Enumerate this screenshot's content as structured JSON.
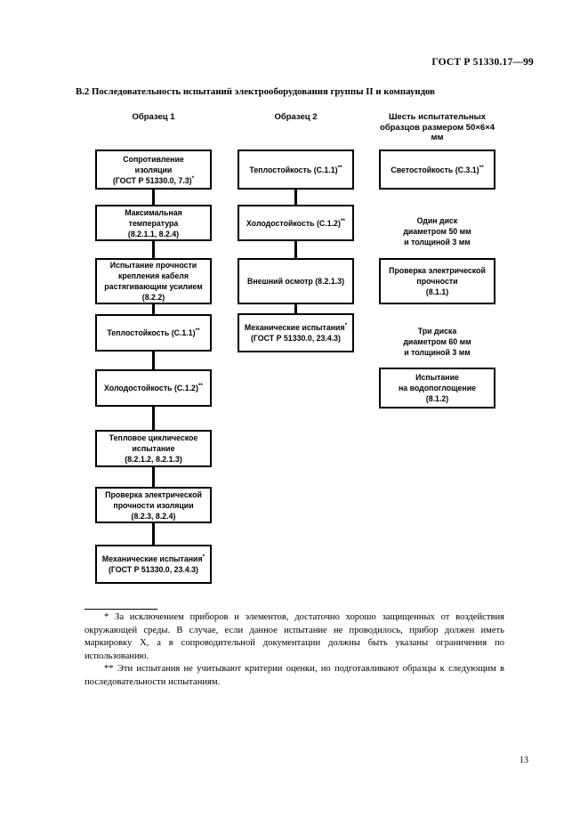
{
  "page": {
    "doc_number": "ГОСТ Р 51330.17—99",
    "page_number": "13"
  },
  "title": "В.2 Последовательность испытаний электрооборудования группы II и компаундов",
  "colors": {
    "text": "#000000",
    "background": "#ffffff",
    "line": "#000000"
  },
  "columns": {
    "col1": {
      "header": "Образец 1",
      "boxes": {
        "b1": {
          "l1": "Сопротивление",
          "l2": "изоляции",
          "l3": "(ГОСТ Р 51330.0, 7.3)",
          "sup3": "*"
        },
        "b2": {
          "l1": "Максимальная",
          "l2": "температура",
          "l3": "(8.2.1.1, 8.2.4)"
        },
        "b3": {
          "l1": "Испытание прочности",
          "l2": "крепления кабеля",
          "l3": "растягивающим усилием",
          "l4": "(8.2.2)"
        },
        "b4": {
          "l1": "Теплостойкость (С.1.1)",
          "sup1": "**"
        },
        "b5": {
          "l1": "Холодостойкость (С.1.2)",
          "sup1": "**"
        },
        "b6": {
          "l1": "Тепловое циклическое",
          "l2": "испытание",
          "l3": "(8.2.1.2, 8.2.1.3)"
        },
        "b7": {
          "l1": "Проверка электрической",
          "l2": "прочности изоляции",
          "l3": "(8.2.3, 8.2.4)"
        },
        "b8": {
          "l1": "Механические испытания",
          "sup1": "*",
          "l2": "(ГОСТ Р 51330.0, 23.4.3)"
        }
      }
    },
    "col2": {
      "header": "Образец 2",
      "boxes": {
        "b1": {
          "l1": "Теплостойкость (С.1.1)",
          "sup1": "**"
        },
        "b2": {
          "l1": "Холодостойкость (С.1.2)",
          "sup1": "**"
        },
        "b3": {
          "l1": "Внешний осмотр (8.2.1.3)"
        },
        "b4": {
          "l1": "Механические испытания",
          "sup1": "*",
          "l2": "(ГОСТ Р 51330.0, 23.4.3)"
        }
      }
    },
    "col3": {
      "header": "Шесть испытательных образцов размером 50×6×4 мм",
      "boxes": {
        "b1": {
          "l1": "Светостойкость (С.3.1)",
          "sup1": "**"
        },
        "note1": {
          "l1": "Один диск",
          "l2": "диаметром 50 мм",
          "l3": "и толщиной 3 мм"
        },
        "b2": {
          "l1": "Проверка электрической",
          "l2": "прочности",
          "l3": "(8.1.1)"
        },
        "note2": {
          "l1": "Три диска",
          "l2": "диаметром 60 мм",
          "l3": "и толщиной 3 мм"
        },
        "b3": {
          "l1": "Испытание",
          "l2": "на водопоглощение",
          "l3": "(8.1.2)"
        }
      }
    }
  },
  "footnotes": {
    "fn1_marker": "*",
    "fn1_text": "За исключением приборов и элементов, достаточно хорошо защищенных от воздействия окружающей среды. В случае, если данное испытание не проводилось, прибор должен иметь маркировку X, а в сопроводительной документации должны быть указаны ограничения по использованию.",
    "fn2_marker": "**",
    "fn2_text": "Эти испытания не учитывают критерии оценки, но подготавливают образцы к следующим в последовательности испытаниям."
  }
}
